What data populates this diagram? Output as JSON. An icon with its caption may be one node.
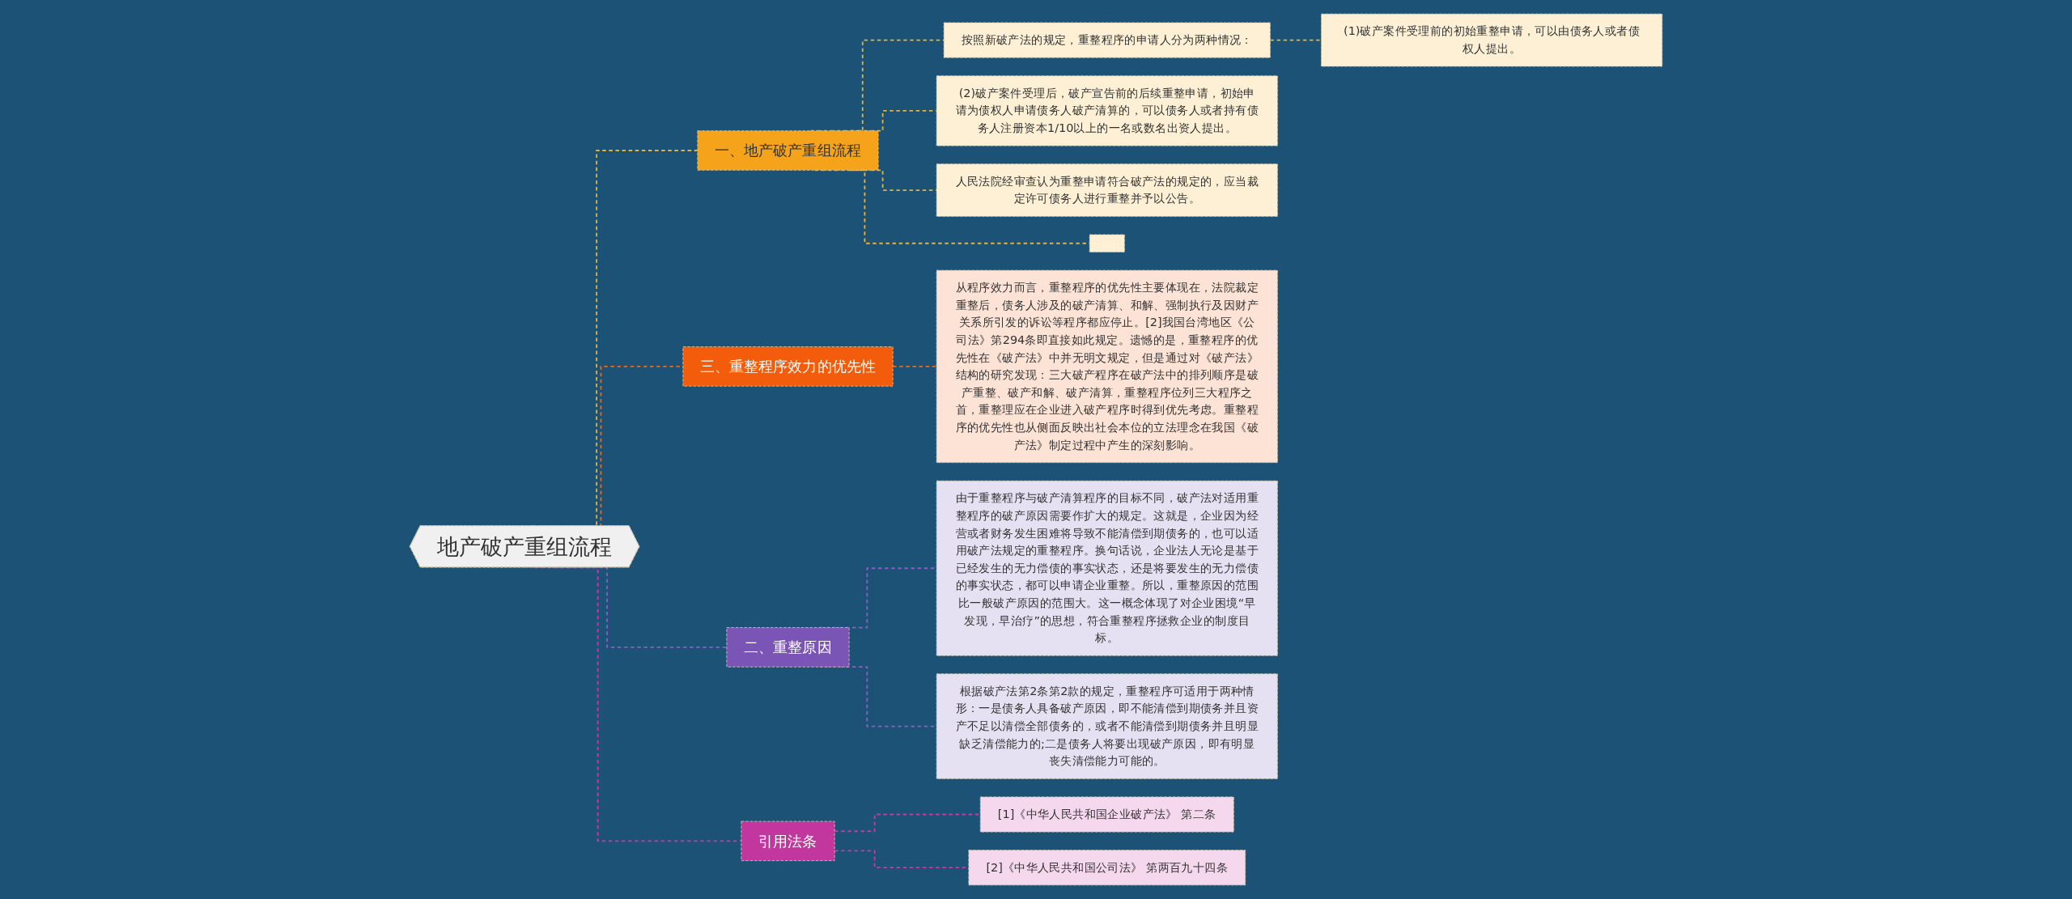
{
  "diagram": {
    "nodes": [
      {
        "text": [
          "地产破产重组流程"
        ]
      },
      {
        "text": [
          "一、地产破产重组流程"
        ]
      },
      {
        "text": [
          "按照新破产法的规定，重整程序的申请人分为两种情况："
        ]
      },
      {
        "text": [
          "(1)破产案件受理前的初始重整申请，可以由债务人或者债权人提出。"
        ]
      },
      {
        "text": [
          "(2)破产案件受理后，破产宣告前的后续重整申请，初始申请为债权人申请债务人破产清算的，可以债务人或者持有债务人注册资本1/10以上的一名或数名出资人提出。"
        ]
      },
      {
        "text": [
          "人民法院经审查认为重整申请符合破产法的规定的，应当裁定许可债务人进行重整并予以公告。"
        ]
      },
      {
        "text": [],
        "shape": "box"
      },
      {
        "text": [
          "三、重整程序效力的优先性"
        ]
      },
      {
        "text": [
          "从程序效力而言，重整程序的优先性主要体现在，法院裁定重整后，债务人涉及的破产清算、和解、强制执行及因财产关系所引发的诉讼等程序都应停止。[2]我国台湾地区《公司法》第294条即直接如此规定。遗憾的是，重整程序的优先性在《破产法》中并无明文规定，但是通过对《破产法》结构的研究发现：三大破产程序在破产法中的排列顺序是破产重整、破产和解、破产清算，重整程序位列三大程序之首，重整理应在企业进入破产程序时得到优先考虑。重整程序的优先性也从侧面反映出社会本位的立法理念在我国《破产法》制定过程中产生的深刻影响。"
        ]
      },
      {
        "text": [
          "二、重整原因"
        ]
      },
      {
        "text": [
          "由于重整程序与破产清算程序的目标不同，破产法对适用重整程序的破产原因需要作扩大的规定。这就是，企业因为经营或者财务发生困难将导致不能清偿到期债务的，也可以适用破产法规定的重整程序。换句话说，企业法人无论是基于已经发生的无力偿债的事实状态，还是将要发生的无力偿债的事实状态，都可以申请企业重整。所以，重整原因的范围比一般破产原因的范围大。这一概念体现了对企业困境“早发现，早治疗”的思想，符合重整程序拯救企业的制度目标。"
        ]
      },
      {
        "text": [
          "根据破产法第2条第2款的规定，重整程序可适用于两种情形：一是债务人具备破产原因，即不能清偿到期债务并且资产不足以清偿全部债务的，或者不能清偿到期债务并且明显缺乏清偿能力的;二是债务人将要出现破产原因，即有明显丧失清偿能力可能的。"
        ]
      },
      {
        "text": [
          "引用法条"
        ]
      },
      {
        "text": [
          "[1]《中华人民共和国企业破产法》 第二条"
        ]
      },
      {
        "text": [
          "[2]《中华人民共和国公司法》 第两百九十四条"
        ]
      }
    ],
    "edges": [
      {
        "from": 0,
        "to": 1,
        "arrow": "none",
        "style": "dashed"
      },
      {
        "from": 1,
        "to": 2,
        "arrow": "none",
        "style": "dashed"
      },
      {
        "from": 2,
        "to": 3,
        "arrow": "none",
        "style": "dashed"
      },
      {
        "from": 1,
        "to": 4,
        "arrow": "none",
        "style": "dashed"
      },
      {
        "from": 1,
        "to": 5,
        "arrow": "none",
        "style": "dashed"
      },
      {
        "from": 1,
        "to": 6,
        "arrow": "none",
        "style": "dashed"
      },
      {
        "from": 0,
        "to": 7,
        "arrow": "none",
        "style": "dashed",
        "color": "#e8681e"
      },
      {
        "from": 7,
        "to": 8,
        "arrow": "none",
        "style": "dashed",
        "color": "#e8681e"
      },
      {
        "from": 0,
        "to": 9,
        "arrow": "none",
        "style": "dashed",
        "color": "#8e5cc4"
      },
      {
        "from": 9,
        "to": 10,
        "arrow": "none",
        "style": "dashed",
        "color": "#8e5cc4"
      },
      {
        "from": 9,
        "to": 11,
        "arrow": "none",
        "style": "dashed",
        "color": "#8e5cc4"
      },
      {
        "from": 0,
        "to": 12,
        "arrow": "none",
        "style": "dashed",
        "color": "#c63aa6"
      },
      {
        "from": 12,
        "to": 13,
        "arrow": "none",
        "style": "dashed",
        "color": "#c63aa6"
      },
      {
        "from": 12,
        "to": 14,
        "arrow": "none",
        "style": "dashed",
        "color": "#c63aa6"
      }
    ]
  }
}
